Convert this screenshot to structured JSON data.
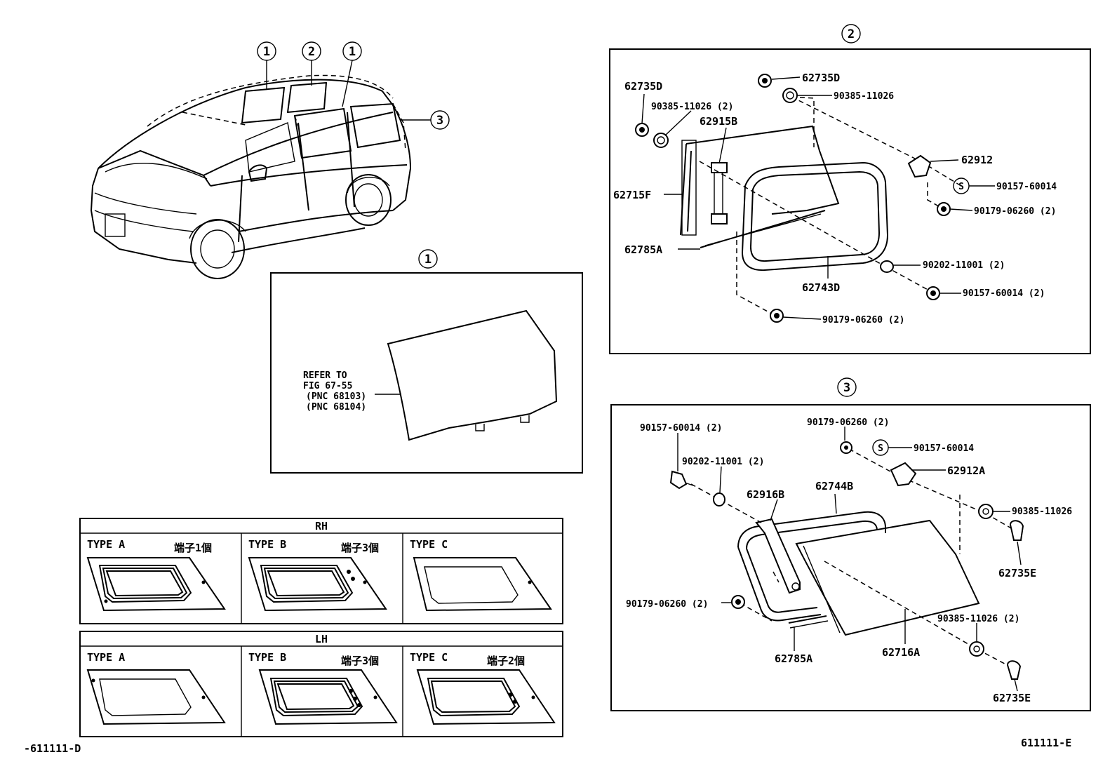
{
  "overview": {
    "callouts": [
      "1",
      "2",
      "1",
      "3"
    ]
  },
  "panel1": {
    "callout": "1",
    "refer_lines": [
      "REFER TO",
      "FIG 67-55",
      "(PNC 68103)",
      "(PNC 68104)"
    ]
  },
  "panel2": {
    "callout": "2",
    "labels": {
      "p62735D_left": "62735D",
      "p90385_left": "90385-11026 (2)",
      "p62915B": "62915B",
      "p62715F": "62715F",
      "p62785A": "62785A",
      "p62735D_top": "62735D",
      "p90385_top": "90385-11026",
      "p62912": "62912",
      "p90157_s": "90157-60014",
      "p90179_r": "90179-06260 (2)",
      "p90202": "90202-11001 (2)",
      "p62743D": "62743D",
      "p90157_2": "90157-60014 (2)",
      "p90179_b": "90179-06260 (2)"
    },
    "s_mark": "S"
  },
  "panel3": {
    "callout": "3",
    "labels": {
      "p90157_2": "90157-60014 (2)",
      "p90179_top": "90179-06260 (2)",
      "p90157_s": "90157-60014",
      "p90202": "90202-11001 (2)",
      "p62912A": "62912A",
      "p62916B": "62916B",
      "p62744B": "62744B",
      "p90385_r": "90385-11026",
      "p62735E_top": "62735E",
      "p90179_left": "90179-06260 (2)",
      "p90385_b": "90385-11026 (2)",
      "p62785A": "62785A",
      "p62716A": "62716A",
      "p62735E_b": "62735E"
    },
    "s_mark": "S"
  },
  "type_table": {
    "rh_header": "RH",
    "lh_header": "LH",
    "rh": [
      {
        "type": "TYPE A",
        "note": "端子1個"
      },
      {
        "type": "TYPE B",
        "note": "端子3個"
      },
      {
        "type": "TYPE C",
        "note": ""
      }
    ],
    "lh": [
      {
        "type": "TYPE A",
        "note": ""
      },
      {
        "type": "TYPE B",
        "note": "端子3個"
      },
      {
        "type": "TYPE C",
        "note": "端子2個"
      }
    ]
  },
  "footer": {
    "left_code": "-611111-D",
    "right_code": "611111-E"
  }
}
